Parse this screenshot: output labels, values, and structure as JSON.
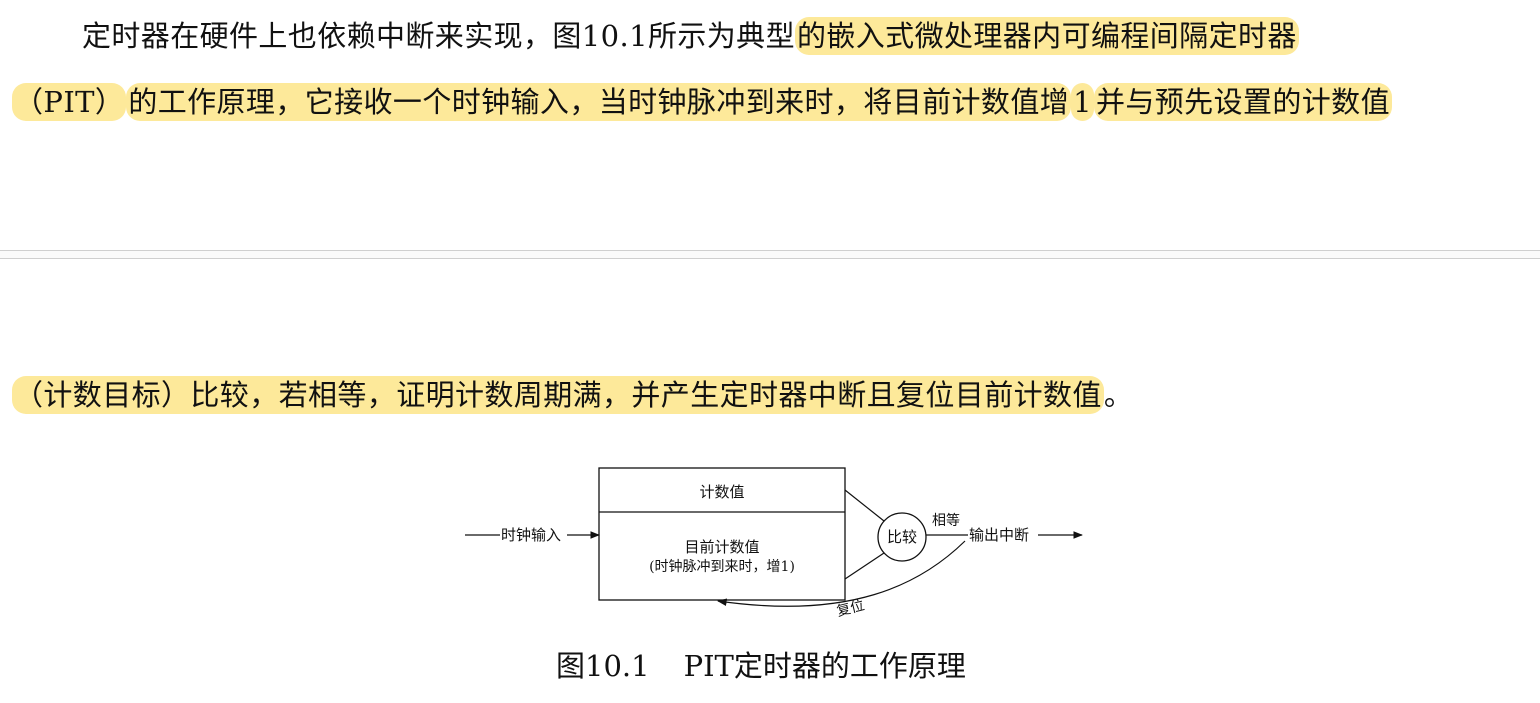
{
  "document": {
    "paragraph": {
      "line1_plain": "定时器在硬件上也依赖中断来实现，图10.1所示为典型",
      "line1_highlight": "的嵌入式微处理器内可编程间隔定时器",
      "line2_highlight_a": "（PIT）",
      "line2_text_b": "的工作原理，它接收一个时钟输入，当时钟脉冲到来时，将目前计数值增",
      "line2_highlight_c": "1",
      "line2_text_d": "并与预先设置的计数值",
      "line3_highlight": "（计数目标）比较，若相等，证明计数周期满，并产生定时器中断且复位目前计数值",
      "line3_tail": "。"
    },
    "figure": {
      "box_top_label": "计数值",
      "box_bottom_line1": "目前计数值",
      "box_bottom_line2": "(时钟脉冲到来时，增1)",
      "input_label": "时钟输入",
      "compare_label": "比较",
      "equal_label": "相等",
      "output_label": "输出中断",
      "reset_label": "复位"
    },
    "caption": {
      "number": "图10.1",
      "title": "PIT定时器的工作原理"
    },
    "colors": {
      "highlight": "#fde99a",
      "text": "#111111"
    }
  }
}
